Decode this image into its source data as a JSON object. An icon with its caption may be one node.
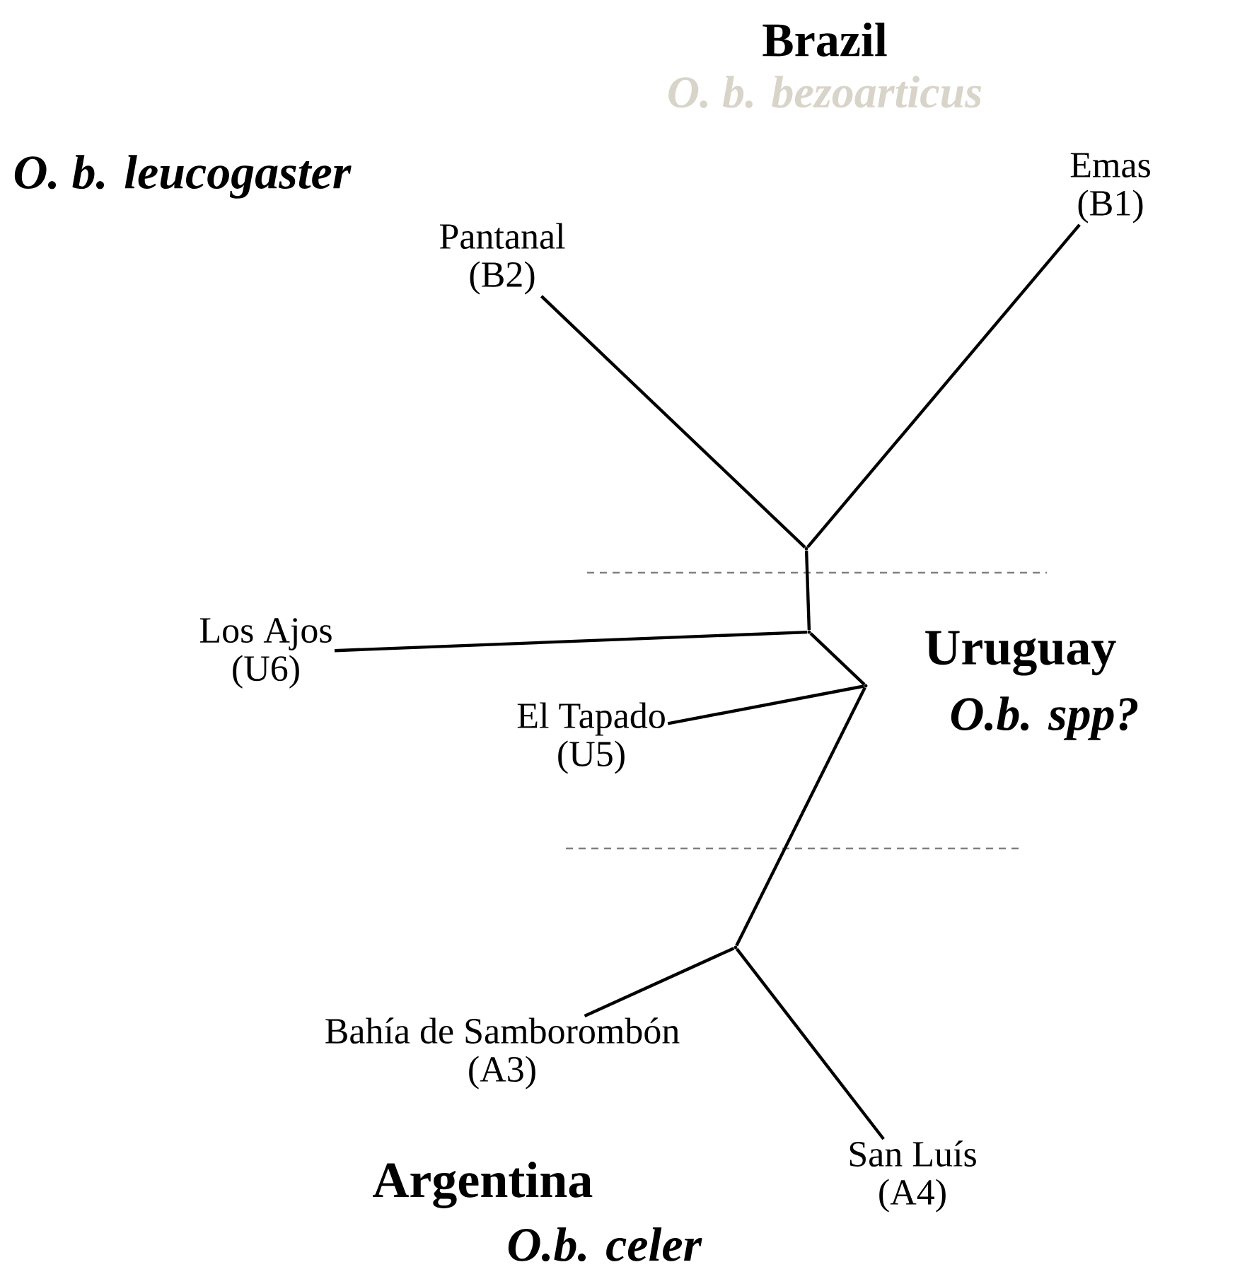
{
  "diagram": {
    "nodes": [
      {
        "text": [
          "Emas",
          "(B1)"
        ]
      },
      {
        "text": [
          "Pantanal",
          "(B2)"
        ]
      },
      {
        "text": [
          "Los Ajos",
          "(U6)"
        ]
      },
      {
        "text": [
          "El Tapado",
          "(U5)"
        ]
      },
      {
        "text": [
          "Bahía de Samborombón",
          "(A3)"
        ]
      },
      {
        "text": [
          "San Luís",
          "(A4)"
        ]
      },
      {
        "text": [],
        "shape": "point"
      },
      {
        "text": [],
        "shape": "point"
      },
      {
        "text": [],
        "shape": "point"
      },
      {
        "text": [],
        "shape": "point"
      }
    ],
    "edges": [
      {
        "from": 6,
        "to": 0,
        "arrow": "none"
      },
      {
        "from": 6,
        "to": 1,
        "arrow": "none"
      },
      {
        "from": 6,
        "to": 7,
        "arrow": "none"
      },
      {
        "from": 7,
        "to": 2,
        "arrow": "none"
      },
      {
        "from": 7,
        "to": 8,
        "arrow": "none"
      },
      {
        "from": 8,
        "to": 3,
        "arrow": "none"
      },
      {
        "from": 8,
        "to": 9,
        "arrow": "none"
      },
      {
        "from": 9,
        "to": 4,
        "arrow": "none"
      },
      {
        "from": 9,
        "to": 5,
        "arrow": "none"
      }
    ],
    "labels": [
      "Brazil",
      "O. b. bezoarticus",
      "O. b. leucogaster",
      "Uruguay",
      "O.b.  spp?",
      "Argentina",
      "O.b. celer"
    ]
  }
}
